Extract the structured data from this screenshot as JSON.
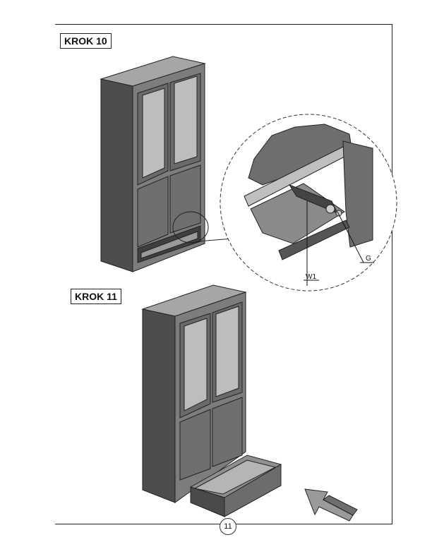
{
  "steps": {
    "step10_label": "KROK 10",
    "step11_label": "KROK 11"
  },
  "callouts": {
    "w1": "W1",
    "g": "G"
  },
  "footer": {
    "page_number": "11"
  },
  "colors": {
    "cabinet_dark": "#5b5b5b",
    "cabinet_mid": "#7d7d7d",
    "cabinet_light": "#a6a6a6",
    "glass": "#b9b9b9",
    "outline": "#222222"
  }
}
